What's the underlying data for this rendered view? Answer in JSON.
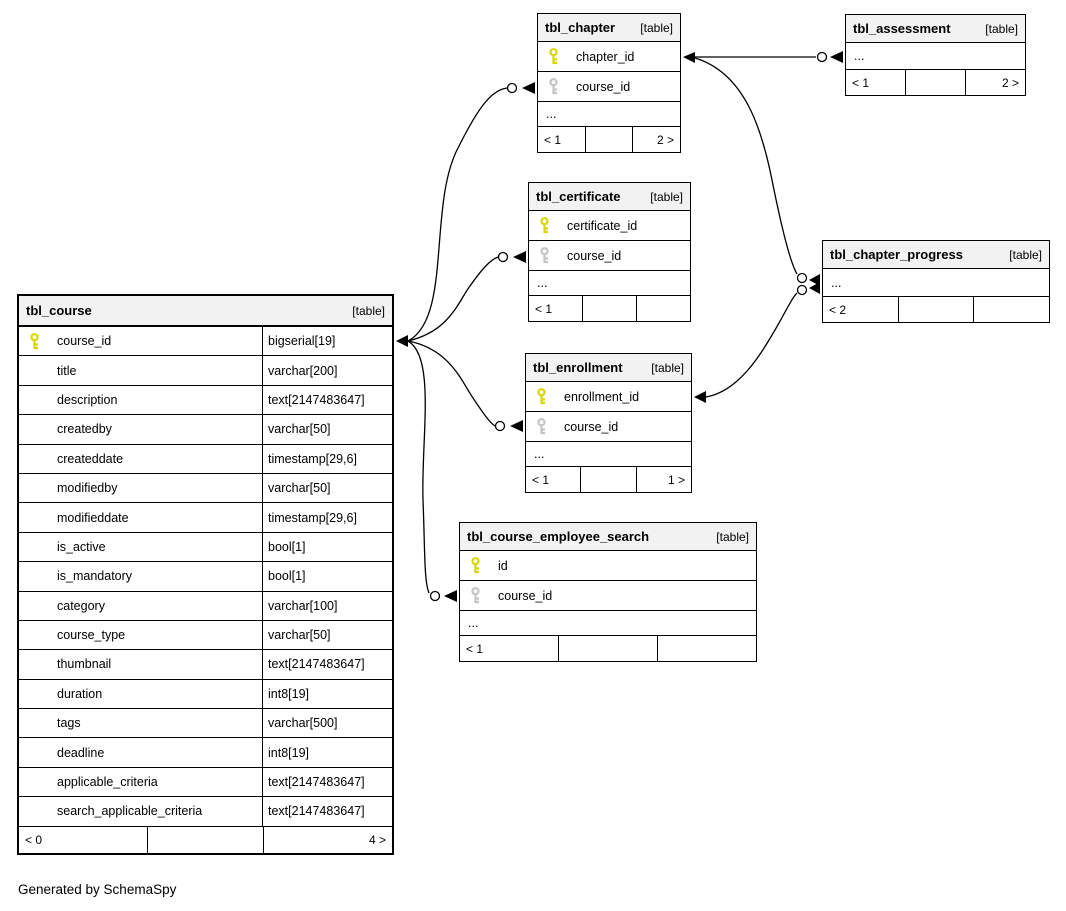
{
  "page": {
    "footer_note": "Generated by SchemaSpy"
  },
  "colors": {
    "header_bg": "#f2f2f2",
    "border": "#000000",
    "pk_key": "#d8d600",
    "fk_key": "#c4c4c4"
  },
  "tables": [
    {
      "name": "tbl_course",
      "badge": "[table]",
      "columns": [
        {
          "name": "course_id",
          "type": "bigserial[19]",
          "key": "pk"
        },
        {
          "name": "title",
          "type": "varchar[200]",
          "key": ""
        },
        {
          "name": "description",
          "type": "text[2147483647]",
          "key": ""
        },
        {
          "name": "createdby",
          "type": "varchar[50]",
          "key": ""
        },
        {
          "name": "createddate",
          "type": "timestamp[29,6]",
          "key": ""
        },
        {
          "name": "modifiedby",
          "type": "varchar[50]",
          "key": ""
        },
        {
          "name": "modifieddate",
          "type": "timestamp[29,6]",
          "key": ""
        },
        {
          "name": "is_active",
          "type": "bool[1]",
          "key": ""
        },
        {
          "name": "is_mandatory",
          "type": "bool[1]",
          "key": ""
        },
        {
          "name": "category",
          "type": "varchar[100]",
          "key": ""
        },
        {
          "name": "course_type",
          "type": "varchar[50]",
          "key": ""
        },
        {
          "name": "thumbnail",
          "type": "text[2147483647]",
          "key": ""
        },
        {
          "name": "duration",
          "type": "int8[19]",
          "key": ""
        },
        {
          "name": "tags",
          "type": "varchar[500]",
          "key": ""
        },
        {
          "name": "deadline",
          "type": "int8[19]",
          "key": ""
        },
        {
          "name": "applicable_criteria",
          "type": "text[2147483647]",
          "key": ""
        },
        {
          "name": "search_applicable_criteria",
          "type": "text[2147483647]",
          "key": ""
        }
      ],
      "footer": {
        "left": "< 0",
        "center": "",
        "right": "4 >"
      }
    },
    {
      "name": "tbl_chapter",
      "badge": "[table]",
      "columns": [
        {
          "name": "chapter_id",
          "type": "",
          "key": "pk"
        },
        {
          "name": "course_id",
          "type": "",
          "key": "fk"
        },
        {
          "name": "...",
          "type": "",
          "key": ""
        }
      ],
      "footer": {
        "left": "< 1",
        "center": "",
        "right": "2 >"
      }
    },
    {
      "name": "tbl_assessment",
      "badge": "[table]",
      "columns": [
        {
          "name": "...",
          "type": "",
          "key": ""
        }
      ],
      "footer": {
        "left": "< 1",
        "center": "",
        "right": "2 >"
      }
    },
    {
      "name": "tbl_certificate",
      "badge": "[table]",
      "columns": [
        {
          "name": "certificate_id",
          "type": "",
          "key": "pk"
        },
        {
          "name": "course_id",
          "type": "",
          "key": "fk"
        },
        {
          "name": "...",
          "type": "",
          "key": ""
        }
      ],
      "footer": {
        "left": "< 1",
        "center": "",
        "right": ""
      }
    },
    {
      "name": "tbl_chapter_progress",
      "badge": "[table]",
      "columns": [
        {
          "name": "...",
          "type": "",
          "key": ""
        }
      ],
      "footer": {
        "left": "< 2",
        "center": "",
        "right": ""
      }
    },
    {
      "name": "tbl_enrollment",
      "badge": "[table]",
      "columns": [
        {
          "name": "enrollment_id",
          "type": "",
          "key": "pk"
        },
        {
          "name": "course_id",
          "type": "",
          "key": "fk"
        },
        {
          "name": "...",
          "type": "",
          "key": ""
        }
      ],
      "footer": {
        "left": "< 1",
        "center": "",
        "right": "1 >"
      }
    },
    {
      "name": "tbl_course_employee_search",
      "badge": "[table]",
      "columns": [
        {
          "name": "id",
          "type": "",
          "key": "pk"
        },
        {
          "name": "course_id",
          "type": "",
          "key": "fk"
        },
        {
          "name": "...",
          "type": "",
          "key": ""
        }
      ],
      "footer": {
        "left": "< 1",
        "center": "",
        "right": ""
      }
    }
  ],
  "relationships": [
    {
      "from_table": "tbl_course",
      "from_column": "course_id",
      "to_table": "tbl_chapter",
      "to_column": "course_id"
    },
    {
      "from_table": "tbl_course",
      "from_column": "course_id",
      "to_table": "tbl_certificate",
      "to_column": "course_id"
    },
    {
      "from_table": "tbl_course",
      "from_column": "course_id",
      "to_table": "tbl_enrollment",
      "to_column": "course_id"
    },
    {
      "from_table": "tbl_course",
      "from_column": "course_id",
      "to_table": "tbl_course_employee_search",
      "to_column": "course_id"
    },
    {
      "from_table": "tbl_chapter",
      "from_column": "chapter_id",
      "to_table": "tbl_assessment",
      "to_column": "..."
    },
    {
      "from_table": "tbl_chapter",
      "from_column": "chapter_id",
      "to_table": "tbl_chapter_progress",
      "to_column": "..."
    },
    {
      "from_table": "tbl_enrollment",
      "from_column": "enrollment_id",
      "to_table": "tbl_chapter_progress",
      "to_column": "..."
    }
  ]
}
